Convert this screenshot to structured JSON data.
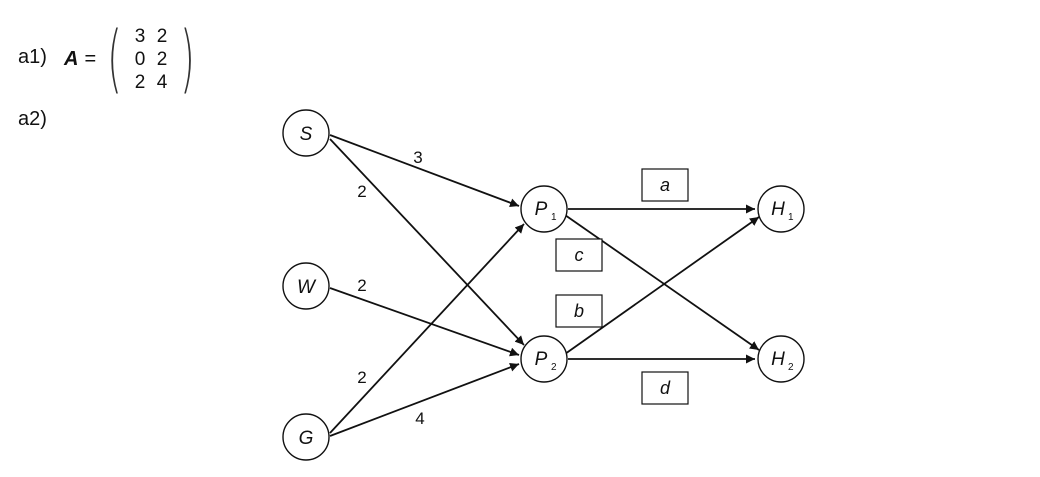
{
  "part_a1": "a1)",
  "part_a2": "a2)",
  "matrix": {
    "name": "A",
    "equals": "=",
    "rows": [
      [
        "3",
        "2"
      ],
      [
        "0",
        "2"
      ],
      [
        "2",
        "4"
      ]
    ]
  },
  "nodes": {
    "S": {
      "label": "S",
      "sub": ""
    },
    "W": {
      "label": "W",
      "sub": ""
    },
    "G": {
      "label": "G",
      "sub": ""
    },
    "P1": {
      "label": "P",
      "sub": "1"
    },
    "P2": {
      "label": "P",
      "sub": "2"
    },
    "H1": {
      "label": "H",
      "sub": "1"
    },
    "H2": {
      "label": "H",
      "sub": "2"
    }
  },
  "weights": {
    "S_P1": "3",
    "S_P2": "2",
    "W_P2": "2",
    "G_P1": "2",
    "G_P2": "4"
  },
  "boxes": {
    "a": "a",
    "b": "b",
    "c": "c",
    "d": "d"
  }
}
